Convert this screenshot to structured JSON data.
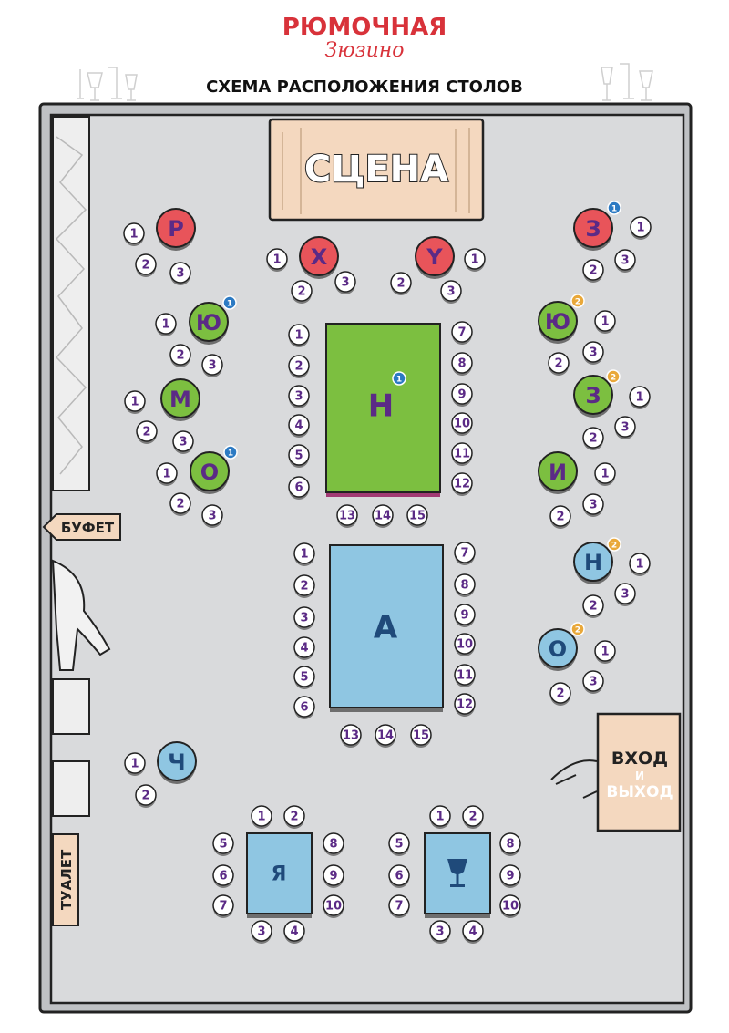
{
  "header": {
    "brand_line1": "РЮМОЧНАЯ",
    "brand_line2": "Зюзино",
    "title": "СХЕМА РАСПОЛОЖЕНИЯ СТОЛОВ"
  },
  "areas": {
    "stage": "СЦЕНА",
    "buffet": "БУФЕТ",
    "toilet": "ТУАЛЕТ",
    "entrance_line1": "ВХОД",
    "entrance_line2": "И",
    "entrance_line3": "ВЫХОД"
  },
  "colors": {
    "red": "#e8545a",
    "green": "#7cbf40",
    "blue": "#8fc6e2",
    "letter_dark": "#5b2a86",
    "letter_blue": "#1f4a7a",
    "floor": "#d9dadc",
    "wood": "#f4d8bf",
    "badge_blue": "#2c7ac3",
    "badge_gold": "#e9a83a"
  },
  "tables": [
    {
      "id": "table-r",
      "label": "Р",
      "color": "red",
      "seats": [
        "1",
        "2",
        "3"
      ]
    },
    {
      "id": "table-kh",
      "label": "Х",
      "color": "red",
      "seats": [
        "1",
        "2",
        "3"
      ]
    },
    {
      "id": "table-y",
      "label": "Y",
      "color": "red",
      "seats": [
        "1",
        "2",
        "3"
      ]
    },
    {
      "id": "table-z-top",
      "label": "З",
      "color": "red",
      "badge": "1",
      "seats": [
        "1",
        "2",
        "3"
      ]
    },
    {
      "id": "table-yu-left",
      "label": "Ю",
      "color": "green",
      "badge": "1",
      "seats": [
        "1",
        "2",
        "3"
      ]
    },
    {
      "id": "table-m",
      "label": "М",
      "color": "green",
      "seats": [
        "1",
        "2",
        "3"
      ]
    },
    {
      "id": "table-o-left",
      "label": "О",
      "color": "green",
      "badge": "1",
      "seats": [
        "1",
        "2",
        "3"
      ]
    },
    {
      "id": "table-n-big",
      "label": "Н",
      "color": "green",
      "badge": "1",
      "seats": [
        "1",
        "2",
        "3",
        "4",
        "5",
        "6",
        "7",
        "8",
        "9",
        "10",
        "11",
        "12",
        "13",
        "14",
        "15"
      ]
    },
    {
      "id": "table-yu-right",
      "label": "Ю",
      "color": "green",
      "badge": "2",
      "seats": [
        "1",
        "2",
        "3"
      ]
    },
    {
      "id": "table-z-right",
      "label": "З",
      "color": "green",
      "badge": "2",
      "seats": [
        "1",
        "2",
        "3"
      ]
    },
    {
      "id": "table-i",
      "label": "И",
      "color": "green",
      "seats": [
        "1",
        "2",
        "3"
      ]
    },
    {
      "id": "table-a",
      "label": "А",
      "color": "blue",
      "seats": [
        "1",
        "2",
        "3",
        "4",
        "5",
        "6",
        "7",
        "8",
        "9",
        "10",
        "11",
        "12",
        "13",
        "14",
        "15"
      ]
    },
    {
      "id": "table-n-small",
      "label": "Н",
      "color": "blue",
      "badge": "2",
      "seats": [
        "1",
        "2",
        "3"
      ]
    },
    {
      "id": "table-o-right",
      "label": "О",
      "color": "blue",
      "badge": "2",
      "seats": [
        "1",
        "2",
        "3"
      ]
    },
    {
      "id": "table-ch",
      "label": "Ч",
      "color": "blue",
      "seats": [
        "1",
        "2"
      ]
    },
    {
      "id": "table-ya",
      "label": "Я",
      "color": "blue",
      "seats": [
        "1",
        "2",
        "3",
        "4",
        "5",
        "6",
        "7",
        "8",
        "9",
        "10"
      ]
    },
    {
      "id": "table-glass",
      "label": "",
      "icon": "wine-glass-icon",
      "color": "blue",
      "seats": [
        "1",
        "2",
        "3",
        "4",
        "5",
        "6",
        "7",
        "8",
        "9",
        "10"
      ]
    }
  ]
}
